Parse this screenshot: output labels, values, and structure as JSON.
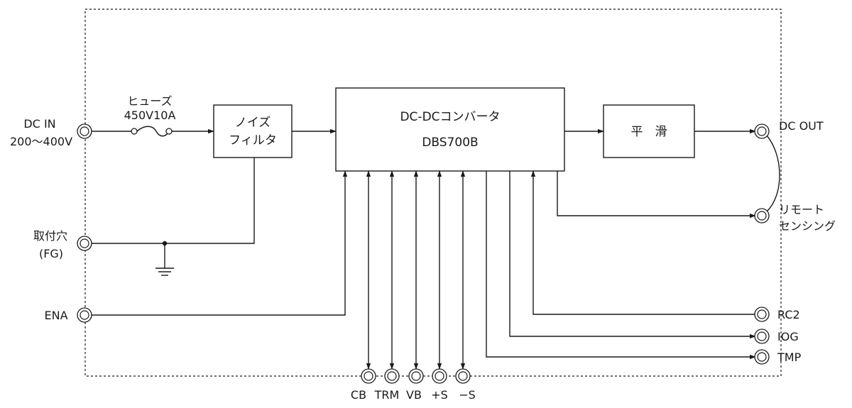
{
  "inputs": {
    "dc_in_label": "DC IN",
    "dc_in_voltage": "200～400V",
    "fg_label_1": "取付穴",
    "fg_label_2": "(FG)",
    "ena_label": "ENA"
  },
  "fuse": {
    "label_1": "ヒューズ",
    "label_2": "450V10A"
  },
  "noise_filter": {
    "line_1": "ノイズ",
    "line_2": "フィルタ"
  },
  "converter": {
    "line_1": "DC-DCコンバータ",
    "line_2": "DBS700B"
  },
  "smoothing": {
    "label": "平　滑"
  },
  "outputs": {
    "dc_out_label": "DC OUT",
    "remote_sensing_1": "リモート",
    "remote_sensing_2": "センシング",
    "rc2_label": "RC2",
    "iog_label": "IOG",
    "tmp_label": "TMP"
  },
  "bottom_terminals": {
    "cb": "CB",
    "trm": "TRM",
    "vb": "VB",
    "plus_s": "+S",
    "minus_s": "−S"
  },
  "colors": {
    "line": "#1a1a1a",
    "background": "#ffffff"
  }
}
